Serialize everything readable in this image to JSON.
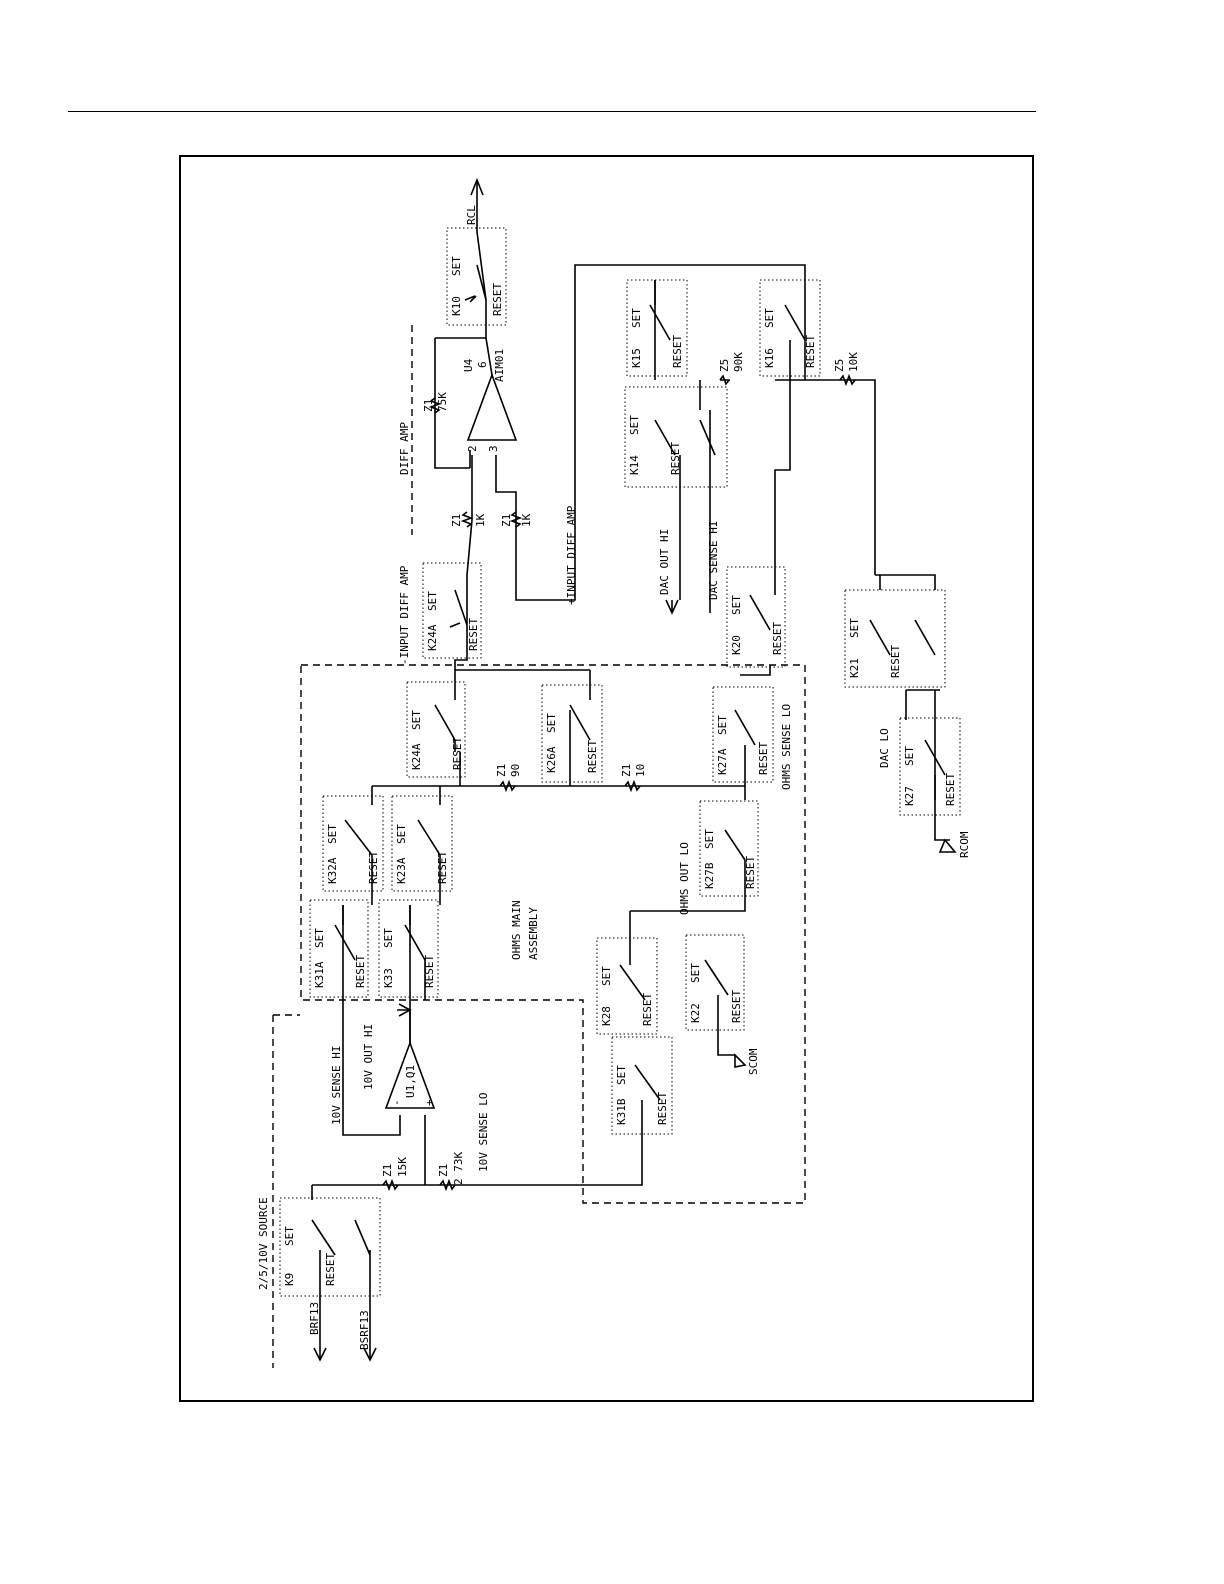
{
  "diagram": {
    "sections": {
      "diff_amp": "DIFF AMP",
      "ohms_main_1": "OHMS MAIN",
      "ohms_main_2": "ASSEMBLY",
      "source": "2/5/10V SOURCE"
    },
    "relays": [
      {
        "id": "K10",
        "set": "SET",
        "reset": "RESET"
      },
      {
        "id": "K24A",
        "set": "SET",
        "reset": "RESET"
      },
      {
        "id": "K24A",
        "set": "SET",
        "reset": "RESET"
      },
      {
        "id": "K26A",
        "set": "SET",
        "reset": "RESET"
      },
      {
        "id": "K27A",
        "set": "SET",
        "reset": "RESET"
      },
      {
        "id": "K32A",
        "set": "SET",
        "reset": "RESET"
      },
      {
        "id": "K23A",
        "set": "SET",
        "reset": "RESET"
      },
      {
        "id": "K31A",
        "set": "SET",
        "reset": "RESET"
      },
      {
        "id": "K33",
        "set": "SET",
        "reset": "RESET"
      },
      {
        "id": "K27B",
        "set": "SET",
        "reset": "RESET"
      },
      {
        "id": "K28",
        "set": "SET",
        "reset": "RESET"
      },
      {
        "id": "K22",
        "set": "SET",
        "reset": "RESET"
      },
      {
        "id": "K31B",
        "set": "SET",
        "reset": "RESET"
      },
      {
        "id": "K15",
        "set": "SET",
        "reset": "RESET"
      },
      {
        "id": "K16",
        "set": "SET",
        "reset": "RESET"
      },
      {
        "id": "K14",
        "set": "SET",
        "reset": "RESET"
      },
      {
        "id": "K20",
        "set": "SET",
        "reset": "RESET"
      },
      {
        "id": "K21",
        "set": "SET",
        "reset": "RESET"
      },
      {
        "id": "K27",
        "set": "SET",
        "reset": "RESET"
      },
      {
        "id": "K9",
        "set": "SET",
        "reset": "RESET"
      }
    ],
    "resistors": [
      {
        "ref": "Z1",
        "value": "75K"
      },
      {
        "ref": "Z1",
        "value": "1K"
      },
      {
        "ref": "Z1",
        "value": "1K"
      },
      {
        "ref": "Z1",
        "value": "90"
      },
      {
        "ref": "Z1",
        "value": "10"
      },
      {
        "ref": "Z5",
        "value": "90K"
      },
      {
        "ref": "Z5",
        "value": "10K"
      },
      {
        "ref": "Z1",
        "value": "15K"
      },
      {
        "ref": "Z1",
        "value": "2 73K"
      }
    ],
    "u4": {
      "ref": "U4",
      "part": "AIM01",
      "pin2": "2",
      "pin3": "3",
      "pin6": "6"
    },
    "u1": {
      "ref": "U1,Q1",
      "minus": "-",
      "plus": "+"
    },
    "signals": {
      "rcl": "RCL",
      "input_minus": "-INPUT DIFF AMP",
      "input_plus": "+INPUT DIFF AMP",
      "dac_out_hi": "DAC OUT HI",
      "dac_sense_hi": "DAC SENSE HI",
      "dac_lo": "DAC LO",
      "ohms_sense_lo": "OHMS SENSE LO",
      "ohms_out_lo": "OHMS OUT LO",
      "rcom": "RCOM",
      "scom": "SCOM",
      "v10_sense_hi": "10V SENSE HI",
      "v10_out_hi": "10V OUT HI",
      "v10_sense_lo": "10V SENSE LO",
      "brf13": "BRF13",
      "bsrf13": "BSRF13"
    }
  }
}
